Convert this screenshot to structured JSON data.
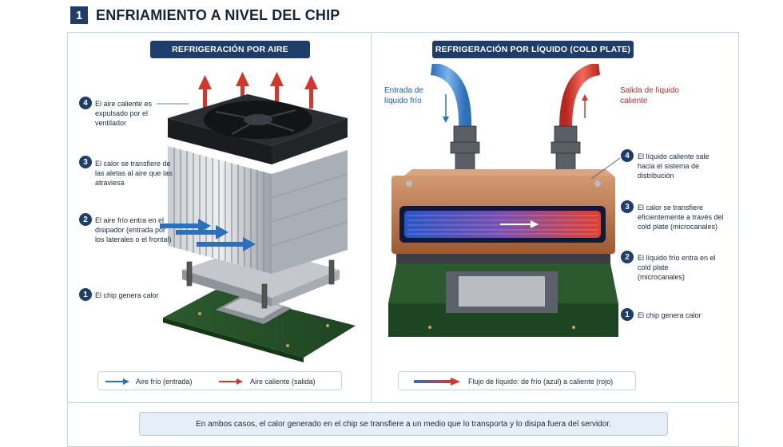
{
  "header": {
    "number": "1",
    "title": "ENFRIAMIENTO A NIVEL DEL CHIP"
  },
  "left_panel": {
    "title": "REFRIGERACIÓN POR AIRE",
    "steps": [
      {
        "num": "4",
        "text": "El aire caliente es expulsado por el ventilador"
      },
      {
        "num": "3",
        "text": "El calor se transfiere de las aletas al aire que las atraviesa"
      },
      {
        "num": "2",
        "text": "El aire frío entra en el disipador (entrada por los laterales o el frontal)"
      },
      {
        "num": "1",
        "text": "El chip genera calor"
      }
    ],
    "legend": {
      "cold": "Aire frío (entrada)",
      "hot": "Aire caliente (salida)"
    }
  },
  "right_panel": {
    "title": "REFRIGERACIÓN POR LÍQUIDO (COLD PLATE)",
    "inlet": "Entrada de líquido frío",
    "outlet": "Salida de líquido caliente",
    "steps": [
      {
        "num": "4",
        "text": "El líquido caliente sale hacia el sistema de distribución"
      },
      {
        "num": "3",
        "text": "El calor se transfiere eficientemente a través del cold plate (microcanales)"
      },
      {
        "num": "2",
        "text": "El líquido frío entra en el cold plate (microcanales)"
      },
      {
        "num": "1",
        "text": "El chip genera calor"
      }
    ],
    "legend": {
      "flow": "Flujo de líquido: de frío (azul) a caliente (rojo)"
    }
  },
  "footer": {
    "note": "En ambos casos, el calor generado en el chip se transfiere a un medio que lo transporta y lo disipa fuera del servidor."
  },
  "colors": {
    "navy": "#1f3d6b",
    "cold": "#2f6fb8",
    "hot": "#d3362d",
    "copper": "#b8734a"
  }
}
